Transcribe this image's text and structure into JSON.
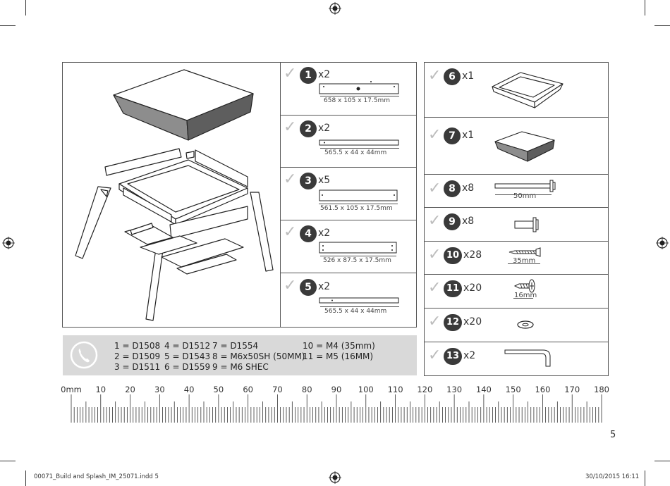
{
  "parts": [
    {
      "number": "1",
      "qty": "x2",
      "dimension": "658 x 105 x 17.5mm"
    },
    {
      "number": "2",
      "qty": "x2",
      "dimension": "565.5 x 44 x 44mm"
    },
    {
      "number": "3",
      "qty": "x5",
      "dimension": "561.5 x 105 x 17.5mm"
    },
    {
      "number": "4",
      "qty": "x2",
      "dimension": "526 x 87.5 x 17.5mm"
    },
    {
      "number": "5",
      "qty": "x2",
      "dimension": "565.5 x 44 x 44mm"
    }
  ],
  "hardware": [
    {
      "number": "6",
      "qty": "x1",
      "dimension": ""
    },
    {
      "number": "7",
      "qty": "x1",
      "dimension": ""
    },
    {
      "number": "8",
      "qty": "x8",
      "dimension": "50mm"
    },
    {
      "number": "9",
      "qty": "x8",
      "dimension": ""
    },
    {
      "number": "10",
      "qty": "x28",
      "dimension": "35mm"
    },
    {
      "number": "11",
      "qty": "x20",
      "dimension": "16mm"
    },
    {
      "number": "12",
      "qty": "x20",
      "dimension": ""
    },
    {
      "number": "13",
      "qty": "x2",
      "dimension": ""
    }
  ],
  "legend": {
    "col1": [
      "1 = D1508",
      "2 = D1509",
      "3 = D1511"
    ],
    "col2": [
      "4 = D1512",
      "5 = D1543",
      "6 = D1559"
    ],
    "col3": [
      "7 = D1554",
      "8 = M6x50SH (50MM)",
      "9 = M6 SHEC"
    ],
    "col4": [
      "10 = M4 (35mm)",
      "11 = M5 (16MM)"
    ]
  },
  "ruler": {
    "unit_label": "0mm",
    "marks": [
      "10",
      "20",
      "30",
      "40",
      "50",
      "60",
      "70",
      "80",
      "90",
      "100",
      "110",
      "120",
      "130",
      "140",
      "150",
      "160",
      "170",
      "180"
    ]
  },
  "page_number": "5",
  "footer": {
    "filename": "00071_Build and Splash_IM_25071.indd   5",
    "datetime": "30/10/2015   16:11"
  }
}
